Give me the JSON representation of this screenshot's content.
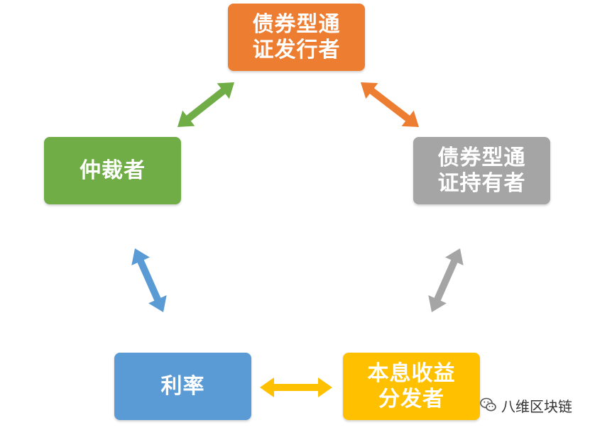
{
  "diagram": {
    "nodes": [
      {
        "id": "issuer",
        "label": "债券型通\n证发行者",
        "color": "#ED7D31"
      },
      {
        "id": "holder",
        "label": "债券型通\n证持有者",
        "color": "#A5A5A5"
      },
      {
        "id": "payer",
        "label": "本息收益\n分发者",
        "color": "#FFC000"
      },
      {
        "id": "rate",
        "label": "利率",
        "color": "#5B9BD5"
      },
      {
        "id": "arbiter",
        "label": "仲裁者",
        "color": "#70AD47"
      }
    ],
    "edges": [
      {
        "from": "arbiter",
        "to": "issuer",
        "color": "#70AD47",
        "bidirectional": true
      },
      {
        "from": "issuer",
        "to": "holder",
        "color": "#ED7D31",
        "bidirectional": true
      },
      {
        "from": "holder",
        "to": "payer",
        "color": "#A5A5A5",
        "bidirectional": true
      },
      {
        "from": "payer",
        "to": "rate",
        "color": "#FFC000",
        "bidirectional": true
      },
      {
        "from": "rate",
        "to": "arbiter",
        "color": "#5B9BD5",
        "bidirectional": true
      }
    ]
  },
  "watermark": {
    "text": "八维区块链",
    "icon": "wechat-icon"
  }
}
